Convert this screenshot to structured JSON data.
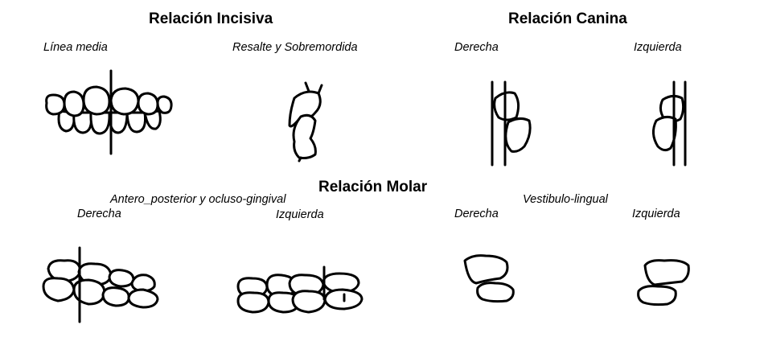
{
  "headings": {
    "incisiva": "Relación Incisiva",
    "canina": "Relación Canina",
    "molar": "Relación Molar"
  },
  "labels": {
    "linea_media": "Línea media",
    "resalte": "Resalte y Sobremordida",
    "canina_derecha": "Derecha",
    "canina_izquierda": "Izquierda",
    "antero_posterior": "Antero_posterior y ocluso-gingival",
    "molar_ap_derecha": "Derecha",
    "molar_ap_izquierda": "Izquierda",
    "vestibulo_lingual": "Vestibulo-lingual",
    "molar_vl_derecha": "Derecha",
    "molar_vl_izquierda": "Izquierda"
  },
  "icons": {
    "incisor_midline": "incisor-midline-drawing",
    "overjet": "overjet-overbite-drawing",
    "canine_right": "canine-right-drawing",
    "canine_left": "canine-left-drawing",
    "molar_ap_right": "molar-ap-right-drawing",
    "molar_ap_left": "molar-ap-left-drawing",
    "molar_vl_right": "molar-vl-right-drawing",
    "molar_vl_left": "molar-vl-left-drawing"
  }
}
